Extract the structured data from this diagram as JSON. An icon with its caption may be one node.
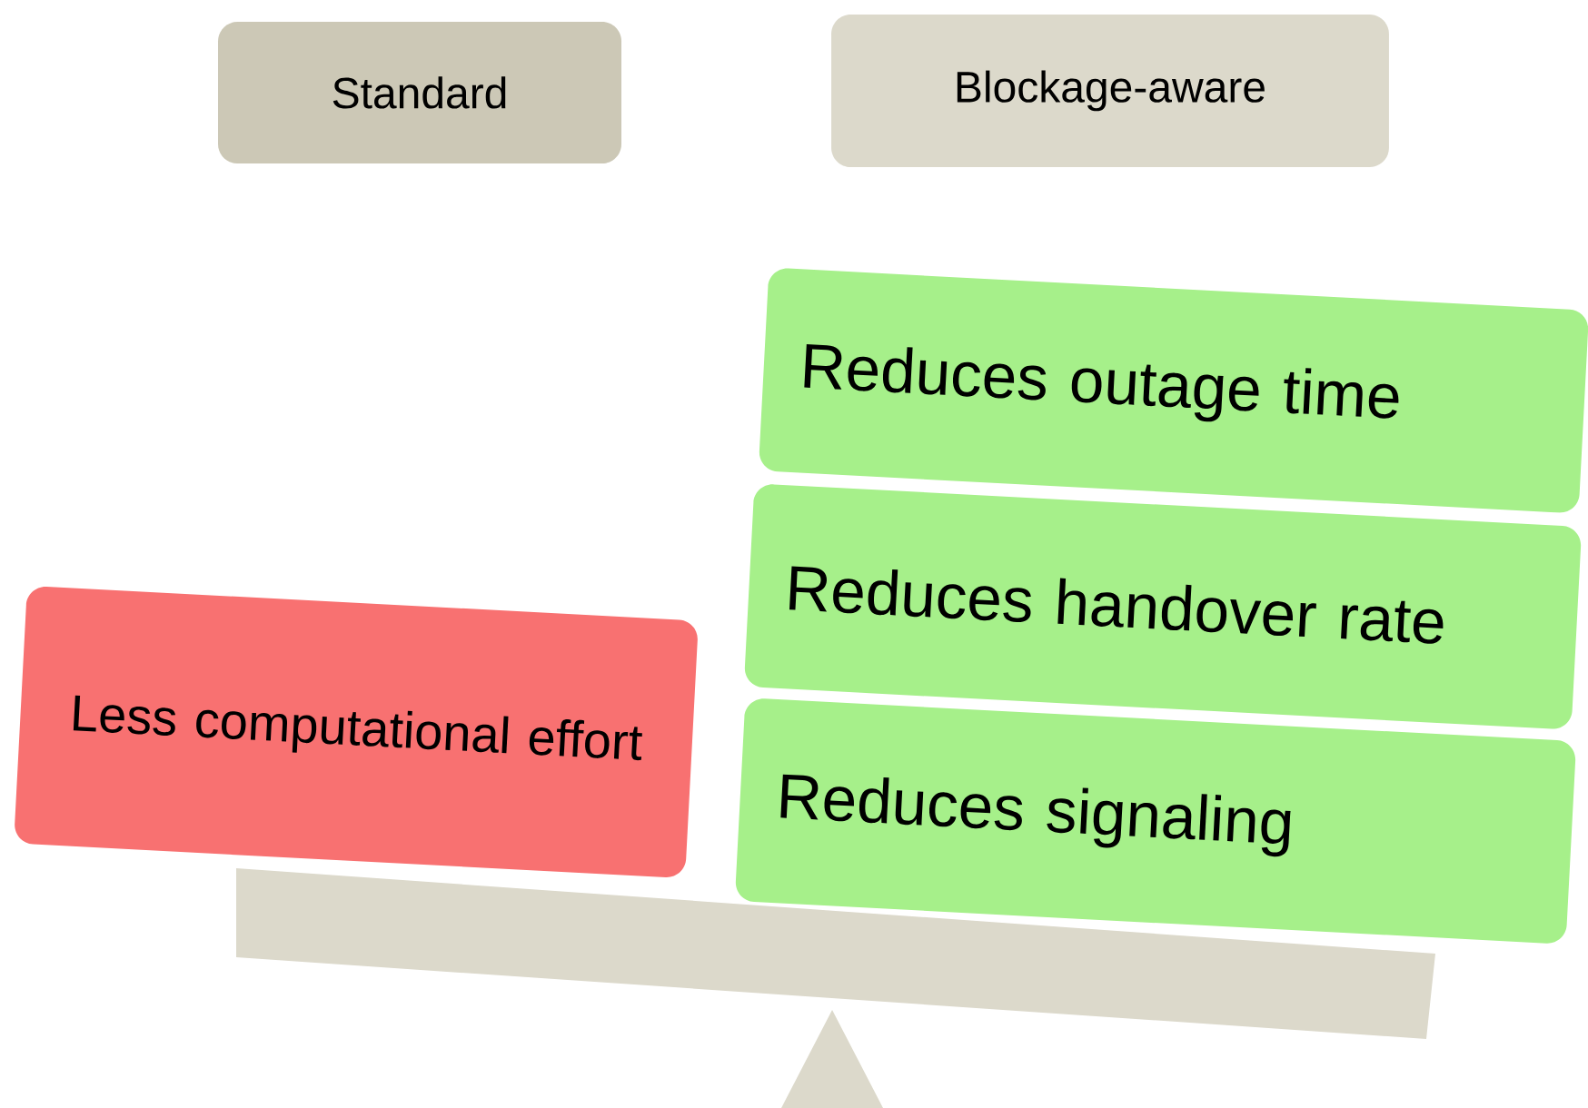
{
  "diagram": {
    "nodes": [
      {
        "text": [
          "Standard"
        ]
      },
      {
        "text": [
          "Blockage-aware"
        ]
      },
      {
        "text": [
          "Reduces outage time"
        ]
      },
      {
        "text": [
          "Reduces handover rate"
        ]
      },
      {
        "text": [
          "Reduces signaling"
        ]
      },
      {
        "text": [
          "Less computational effort"
        ]
      }
    ]
  }
}
